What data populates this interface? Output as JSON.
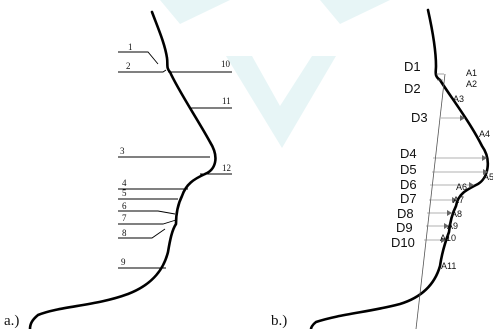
{
  "panel_a": {
    "label": "a.)",
    "landmarks": [
      "1",
      "2",
      "3",
      "4",
      "5",
      "6",
      "7",
      "8",
      "9",
      "10",
      "11",
      "12"
    ]
  },
  "panel_b": {
    "label": "b.)",
    "distances": [
      "D1",
      "D2",
      "D3",
      "D4",
      "D5",
      "D6",
      "D7",
      "D8",
      "D9",
      "D10"
    ],
    "angles": [
      "A1",
      "A2",
      "A3",
      "A4",
      "A5",
      "A6",
      "A7",
      "A8",
      "A9",
      "A10",
      "A11"
    ]
  },
  "colors": {
    "watermark": "#c9e8ea",
    "profile": "#000000"
  }
}
